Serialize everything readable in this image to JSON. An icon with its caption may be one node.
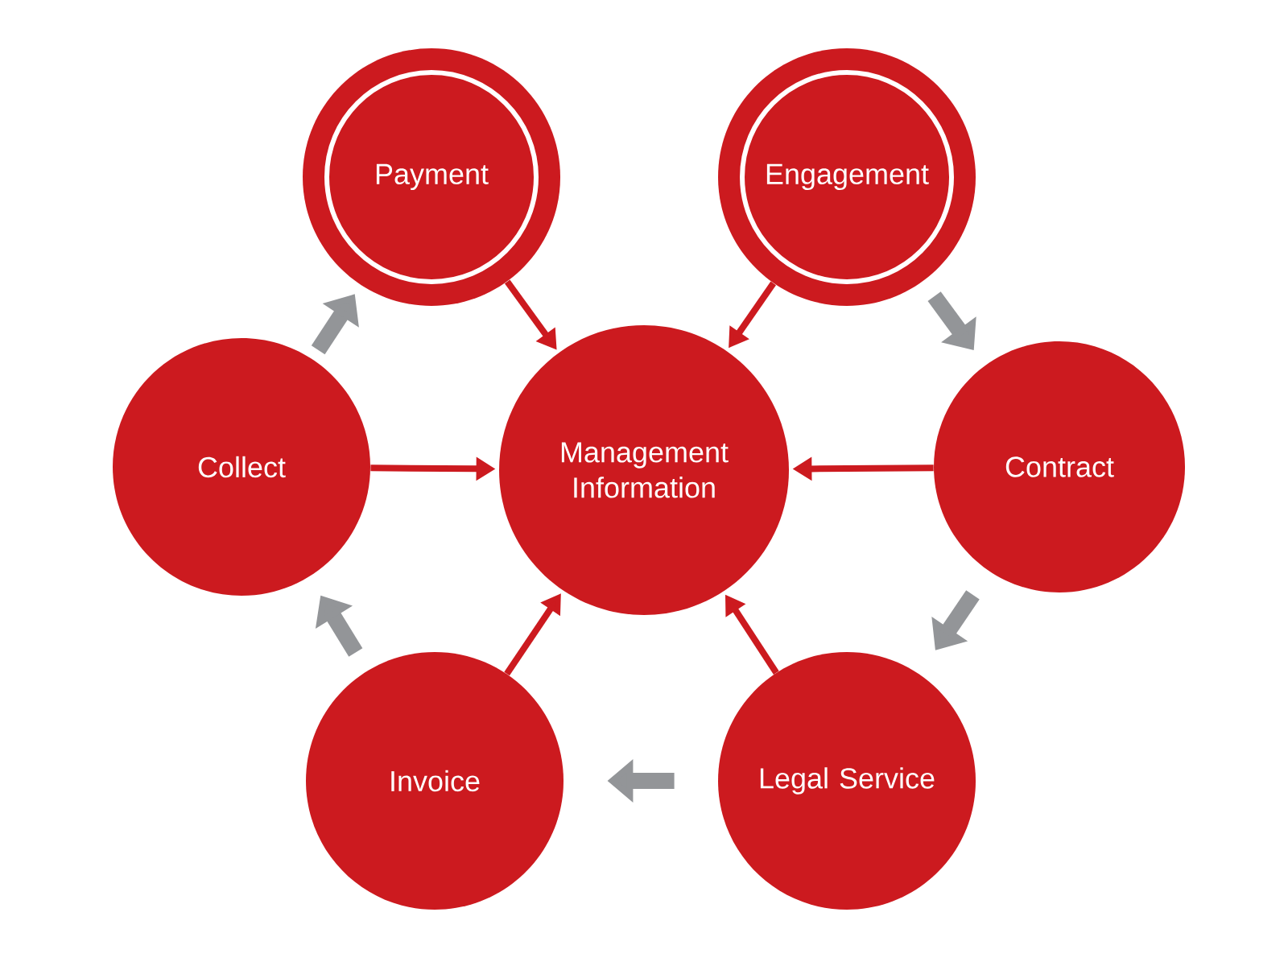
{
  "diagram": {
    "nodes": [
      {
        "text": [
          "Management Information"
        ]
      },
      {
        "text": [
          "Payment"
        ]
      },
      {
        "text": [
          "Engagement"
        ]
      },
      {
        "text": [
          "Contract"
        ]
      },
      {
        "text": [
          "Legal Service"
        ]
      },
      {
        "text": [
          "Invoice"
        ]
      },
      {
        "text": [
          "Collect"
        ]
      }
    ],
    "edges": [
      {
        "from": 1,
        "to": 0,
        "arrow": "to"
      },
      {
        "from": 2,
        "to": 0,
        "arrow": "to"
      },
      {
        "from": 3,
        "to": 0,
        "arrow": "to"
      },
      {
        "from": 4,
        "to": 0,
        "arrow": "to"
      },
      {
        "from": 5,
        "to": 0,
        "arrow": "to"
      },
      {
        "from": 6,
        "to": 0,
        "arrow": "to"
      },
      {
        "from": 2,
        "to": 3,
        "arrow": "to",
        "style": "thick",
        "color": "#939598"
      },
      {
        "from": 3,
        "to": 4,
        "arrow": "to",
        "style": "thick",
        "color": "#939598"
      },
      {
        "from": 4,
        "to": 5,
        "arrow": "to",
        "style": "thick",
        "color": "#939598"
      },
      {
        "from": 5,
        "to": 6,
        "arrow": "to",
        "style": "thick",
        "color": "#939598"
      },
      {
        "from": 6,
        "to": 1,
        "arrow": "to",
        "style": "thick",
        "color": "#939598"
      }
    ]
  }
}
